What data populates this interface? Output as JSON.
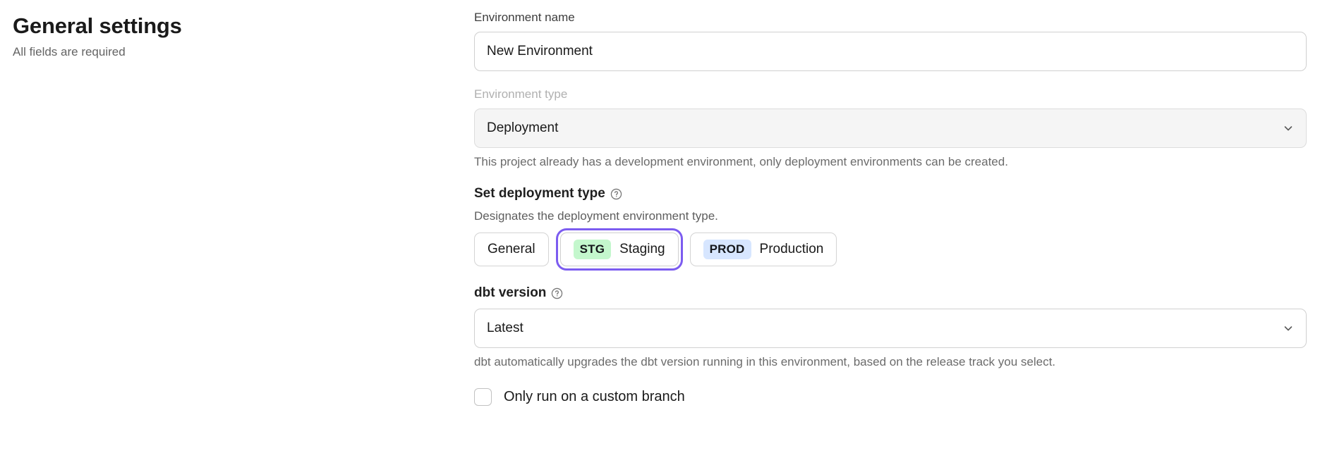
{
  "header": {
    "title": "General settings",
    "subtitle": "All fields are required"
  },
  "form": {
    "environment_name": {
      "label": "Environment name",
      "value": "New Environment"
    },
    "environment_type": {
      "label": "Environment type",
      "value": "Deployment",
      "disabled": true,
      "help": "This project already has a development environment, only deployment environments can be created.",
      "chevron_icon": "chevron-down-icon"
    },
    "deployment_type": {
      "heading": "Set deployment type",
      "help_icon": "question-circle-icon",
      "description": "Designates the deployment environment type.",
      "options": [
        {
          "badge": "",
          "label": "General",
          "selected": false
        },
        {
          "badge": "STG",
          "label": "Staging",
          "selected": true
        },
        {
          "badge": "PROD",
          "label": "Production",
          "selected": false
        }
      ]
    },
    "dbt_version": {
      "heading": "dbt version",
      "help_icon": "question-circle-icon",
      "value": "Latest",
      "help": "dbt automatically upgrades the dbt version running in this environment, based on the release track you select.",
      "chevron_icon": "chevron-down-icon"
    },
    "custom_branch": {
      "label": "Only run on a custom branch",
      "checked": false
    }
  },
  "colors": {
    "focus_ring": "#7c5cf0",
    "badge_staging_bg": "#c4f7cd",
    "badge_production_bg": "#d7e6ff",
    "disabled_field_bg": "#f5f5f5"
  }
}
